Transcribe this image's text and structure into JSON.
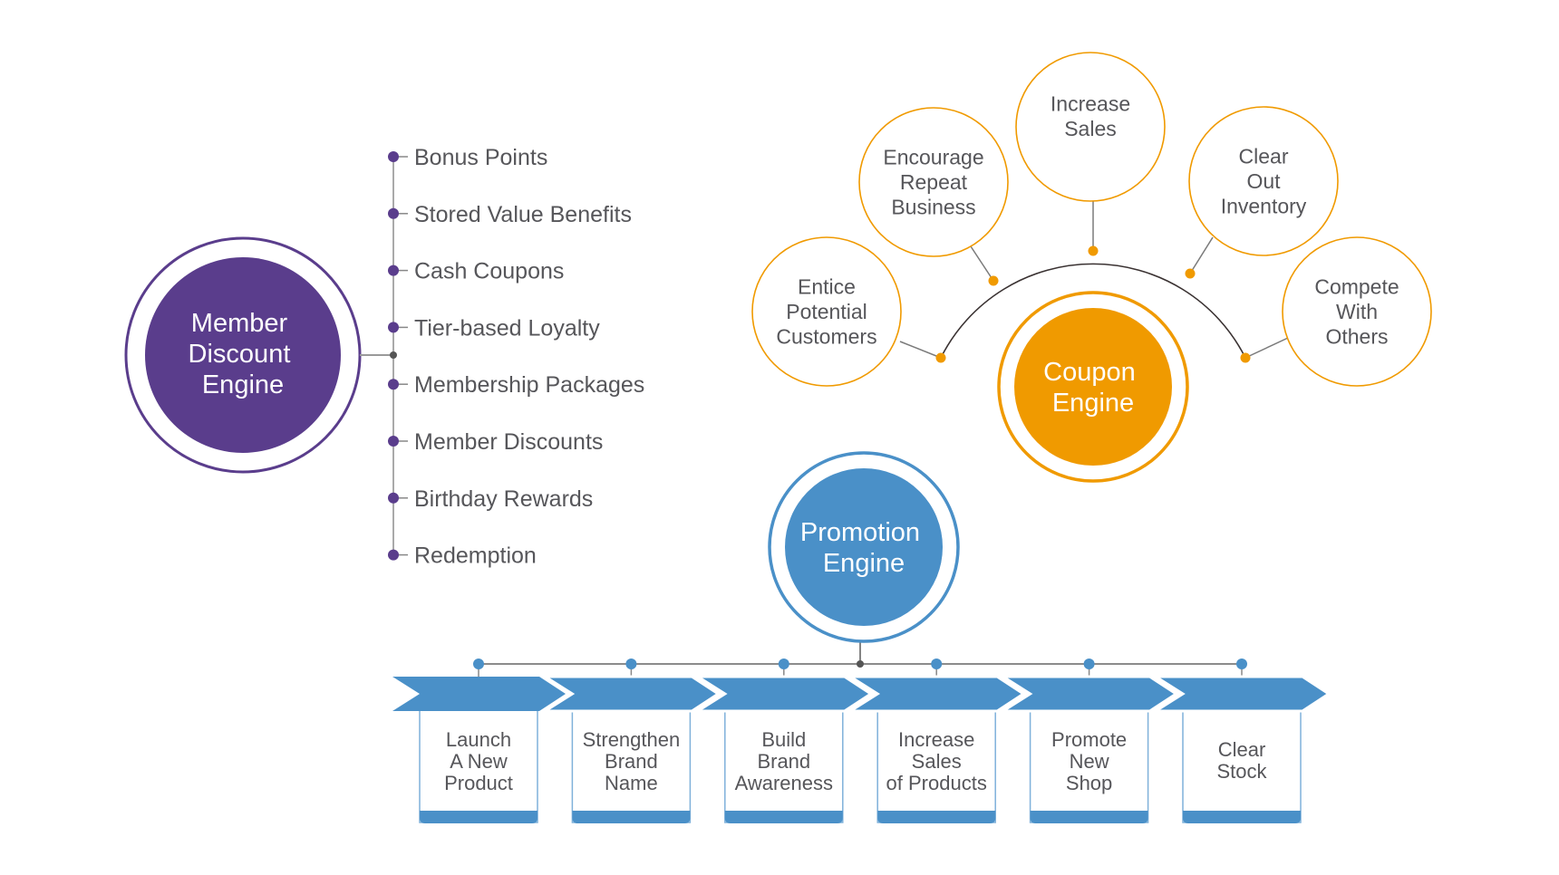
{
  "colors": {
    "purple": "#5a3d8c",
    "orange": "#f09a00",
    "blue": "#4a90c8",
    "text": "#56565a",
    "connector": "#7a7a7a",
    "arc": "#3a3232",
    "junction": "#555555"
  },
  "member_engine": {
    "title_lines": [
      "Member",
      "Discount",
      "Engine"
    ],
    "items": [
      "Bonus Points",
      "Stored Value Benefits",
      "Cash Coupons",
      "Tier-based Loyalty",
      "Membership Packages",
      "Member Discounts",
      "Birthday Rewards",
      "Redemption"
    ]
  },
  "coupon_engine": {
    "title_lines": [
      "Coupon",
      "Engine"
    ],
    "goals": [
      {
        "lines": [
          "Entice",
          "Potential",
          "Customers"
        ]
      },
      {
        "lines": [
          "Encourage",
          "Repeat",
          "Business"
        ]
      },
      {
        "lines": [
          "Increase",
          "Sales"
        ]
      },
      {
        "lines": [
          "Clear",
          "Out",
          "Inventory"
        ]
      },
      {
        "lines": [
          "Compete",
          "With",
          "Others"
        ]
      }
    ]
  },
  "promotion_engine": {
    "title_lines": [
      "Promotion",
      "Engine"
    ],
    "steps": [
      {
        "lines": [
          "Launch",
          "A New",
          "Product"
        ]
      },
      {
        "lines": [
          "Strengthen",
          "Brand",
          "Name"
        ]
      },
      {
        "lines": [
          "Build",
          "Brand",
          "Awareness"
        ]
      },
      {
        "lines": [
          "Increase",
          "Sales",
          "of Products"
        ]
      },
      {
        "lines": [
          "Promote",
          "New",
          "Shop"
        ]
      },
      {
        "lines": [
          "Clear",
          "Stock"
        ]
      }
    ]
  }
}
